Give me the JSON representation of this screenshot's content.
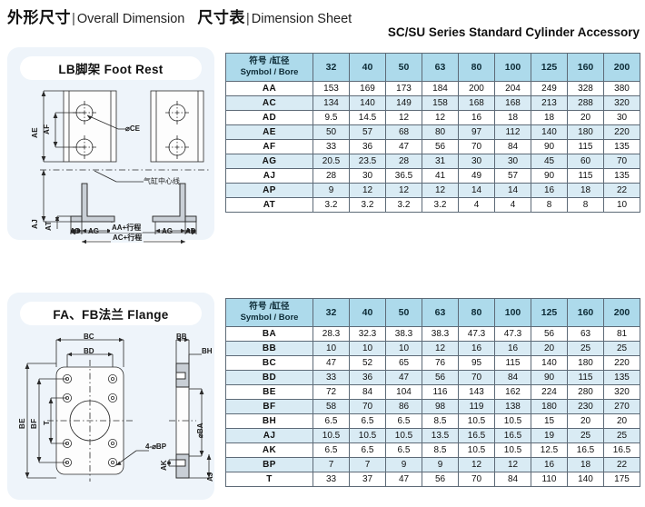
{
  "header": {
    "cn_overall": "外形尺寸",
    "divider": "|",
    "en_overall": "Overall Dimension",
    "cn_sheet": "尺寸表",
    "en_sheet": "Dimension Sheet",
    "series_title": "SC/SU Series Standard Cylinder Accessory"
  },
  "panels": {
    "foot_rest": {
      "badge": "LB脚架  Foot Rest",
      "labels": {
        "ae": "AE",
        "af": "AF",
        "ce": "⌀CE",
        "aj": "AJ",
        "at": "AT",
        "ad_left": "AD",
        "ag_left": "AG",
        "ag_right": "AG",
        "ad_right": "AD",
        "centerline": "气缸中心线",
        "ac_stroke": "AC+行程",
        "aa_stroke": "AA+行程"
      }
    },
    "flange": {
      "badge": "FA、FB法兰  Flange",
      "labels": {
        "bc": "BC",
        "bd": "BD",
        "bb": "BB",
        "bh": "BH",
        "be": "BE",
        "bf": "BF",
        "t": "T",
        "bp_callout": "4-⌀BP",
        "ak": "AK",
        "ba": "⌀BA",
        "aj": "AJ"
      }
    }
  },
  "tables": {
    "foot_rest": {
      "symbol_header_cn": "符号 /缸径",
      "symbol_header_en": "Symbol / Bore",
      "bores": [
        "32",
        "40",
        "50",
        "63",
        "80",
        "100",
        "125",
        "160",
        "200"
      ],
      "rows": [
        {
          "symbol": "AA",
          "values": [
            "153",
            "169",
            "173",
            "184",
            "200",
            "204",
            "249",
            "328",
            "380"
          ]
        },
        {
          "symbol": "AC",
          "values": [
            "134",
            "140",
            "149",
            "158",
            "168",
            "168",
            "213",
            "288",
            "320"
          ]
        },
        {
          "symbol": "AD",
          "values": [
            "9.5",
            "14.5",
            "12",
            "12",
            "16",
            "18",
            "18",
            "20",
            "30"
          ]
        },
        {
          "symbol": "AE",
          "values": [
            "50",
            "57",
            "68",
            "80",
            "97",
            "112",
            "140",
            "180",
            "220"
          ]
        },
        {
          "symbol": "AF",
          "values": [
            "33",
            "36",
            "47",
            "56",
            "70",
            "84",
            "90",
            "115",
            "135"
          ]
        },
        {
          "symbol": "AG",
          "values": [
            "20.5",
            "23.5",
            "28",
            "31",
            "30",
            "30",
            "45",
            "60",
            "70"
          ]
        },
        {
          "symbol": "AJ",
          "values": [
            "28",
            "30",
            "36.5",
            "41",
            "49",
            "57",
            "90",
            "115",
            "135"
          ]
        },
        {
          "symbol": "AP",
          "values": [
            "9",
            "12",
            "12",
            "12",
            "14",
            "14",
            "16",
            "18",
            "22"
          ]
        },
        {
          "symbol": "AT",
          "values": [
            "3.2",
            "3.2",
            "3.2",
            "3.2",
            "4",
            "4",
            "8",
            "8",
            "10"
          ]
        }
      ]
    },
    "flange": {
      "symbol_header_cn": "符号 /缸径",
      "symbol_header_en": "Symbol / Bore",
      "bores": [
        "32",
        "40",
        "50",
        "63",
        "80",
        "100",
        "125",
        "160",
        "200"
      ],
      "rows": [
        {
          "symbol": "BA",
          "values": [
            "28.3",
            "32.3",
            "38.3",
            "38.3",
            "47.3",
            "47.3",
            "56",
            "63",
            "81"
          ]
        },
        {
          "symbol": "BB",
          "values": [
            "10",
            "10",
            "10",
            "12",
            "16",
            "16",
            "20",
            "25",
            "25"
          ]
        },
        {
          "symbol": "BC",
          "values": [
            "47",
            "52",
            "65",
            "76",
            "95",
            "115",
            "140",
            "180",
            "220"
          ]
        },
        {
          "symbol": "BD",
          "values": [
            "33",
            "36",
            "47",
            "56",
            "70",
            "84",
            "90",
            "115",
            "135"
          ]
        },
        {
          "symbol": "BE",
          "values": [
            "72",
            "84",
            "104",
            "116",
            "143",
            "162",
            "224",
            "280",
            "320"
          ]
        },
        {
          "symbol": "BF",
          "values": [
            "58",
            "70",
            "86",
            "98",
            "119",
            "138",
            "180",
            "230",
            "270"
          ]
        },
        {
          "symbol": "BH",
          "values": [
            "6.5",
            "6.5",
            "6.5",
            "8.5",
            "10.5",
            "10.5",
            "15",
            "20",
            "20"
          ]
        },
        {
          "symbol": "AJ",
          "values": [
            "10.5",
            "10.5",
            "10.5",
            "13.5",
            "16.5",
            "16.5",
            "19",
            "25",
            "25"
          ]
        },
        {
          "symbol": "AK",
          "values": [
            "6.5",
            "6.5",
            "6.5",
            "8.5",
            "10.5",
            "10.5",
            "12.5",
            "16.5",
            "16.5"
          ]
        },
        {
          "symbol": "BP",
          "values": [
            "7",
            "7",
            "9",
            "9",
            "12",
            "12",
            "16",
            "18",
            "22"
          ]
        },
        {
          "symbol": "T",
          "values": [
            "33",
            "37",
            "47",
            "56",
            "70",
            "84",
            "110",
            "140",
            "175"
          ]
        }
      ]
    }
  },
  "colors": {
    "header_blue": "#addaeb",
    "row_alt_blue": "#d9ebf4",
    "panel_bg": "#eef4fa",
    "line": "#5d6a77"
  }
}
